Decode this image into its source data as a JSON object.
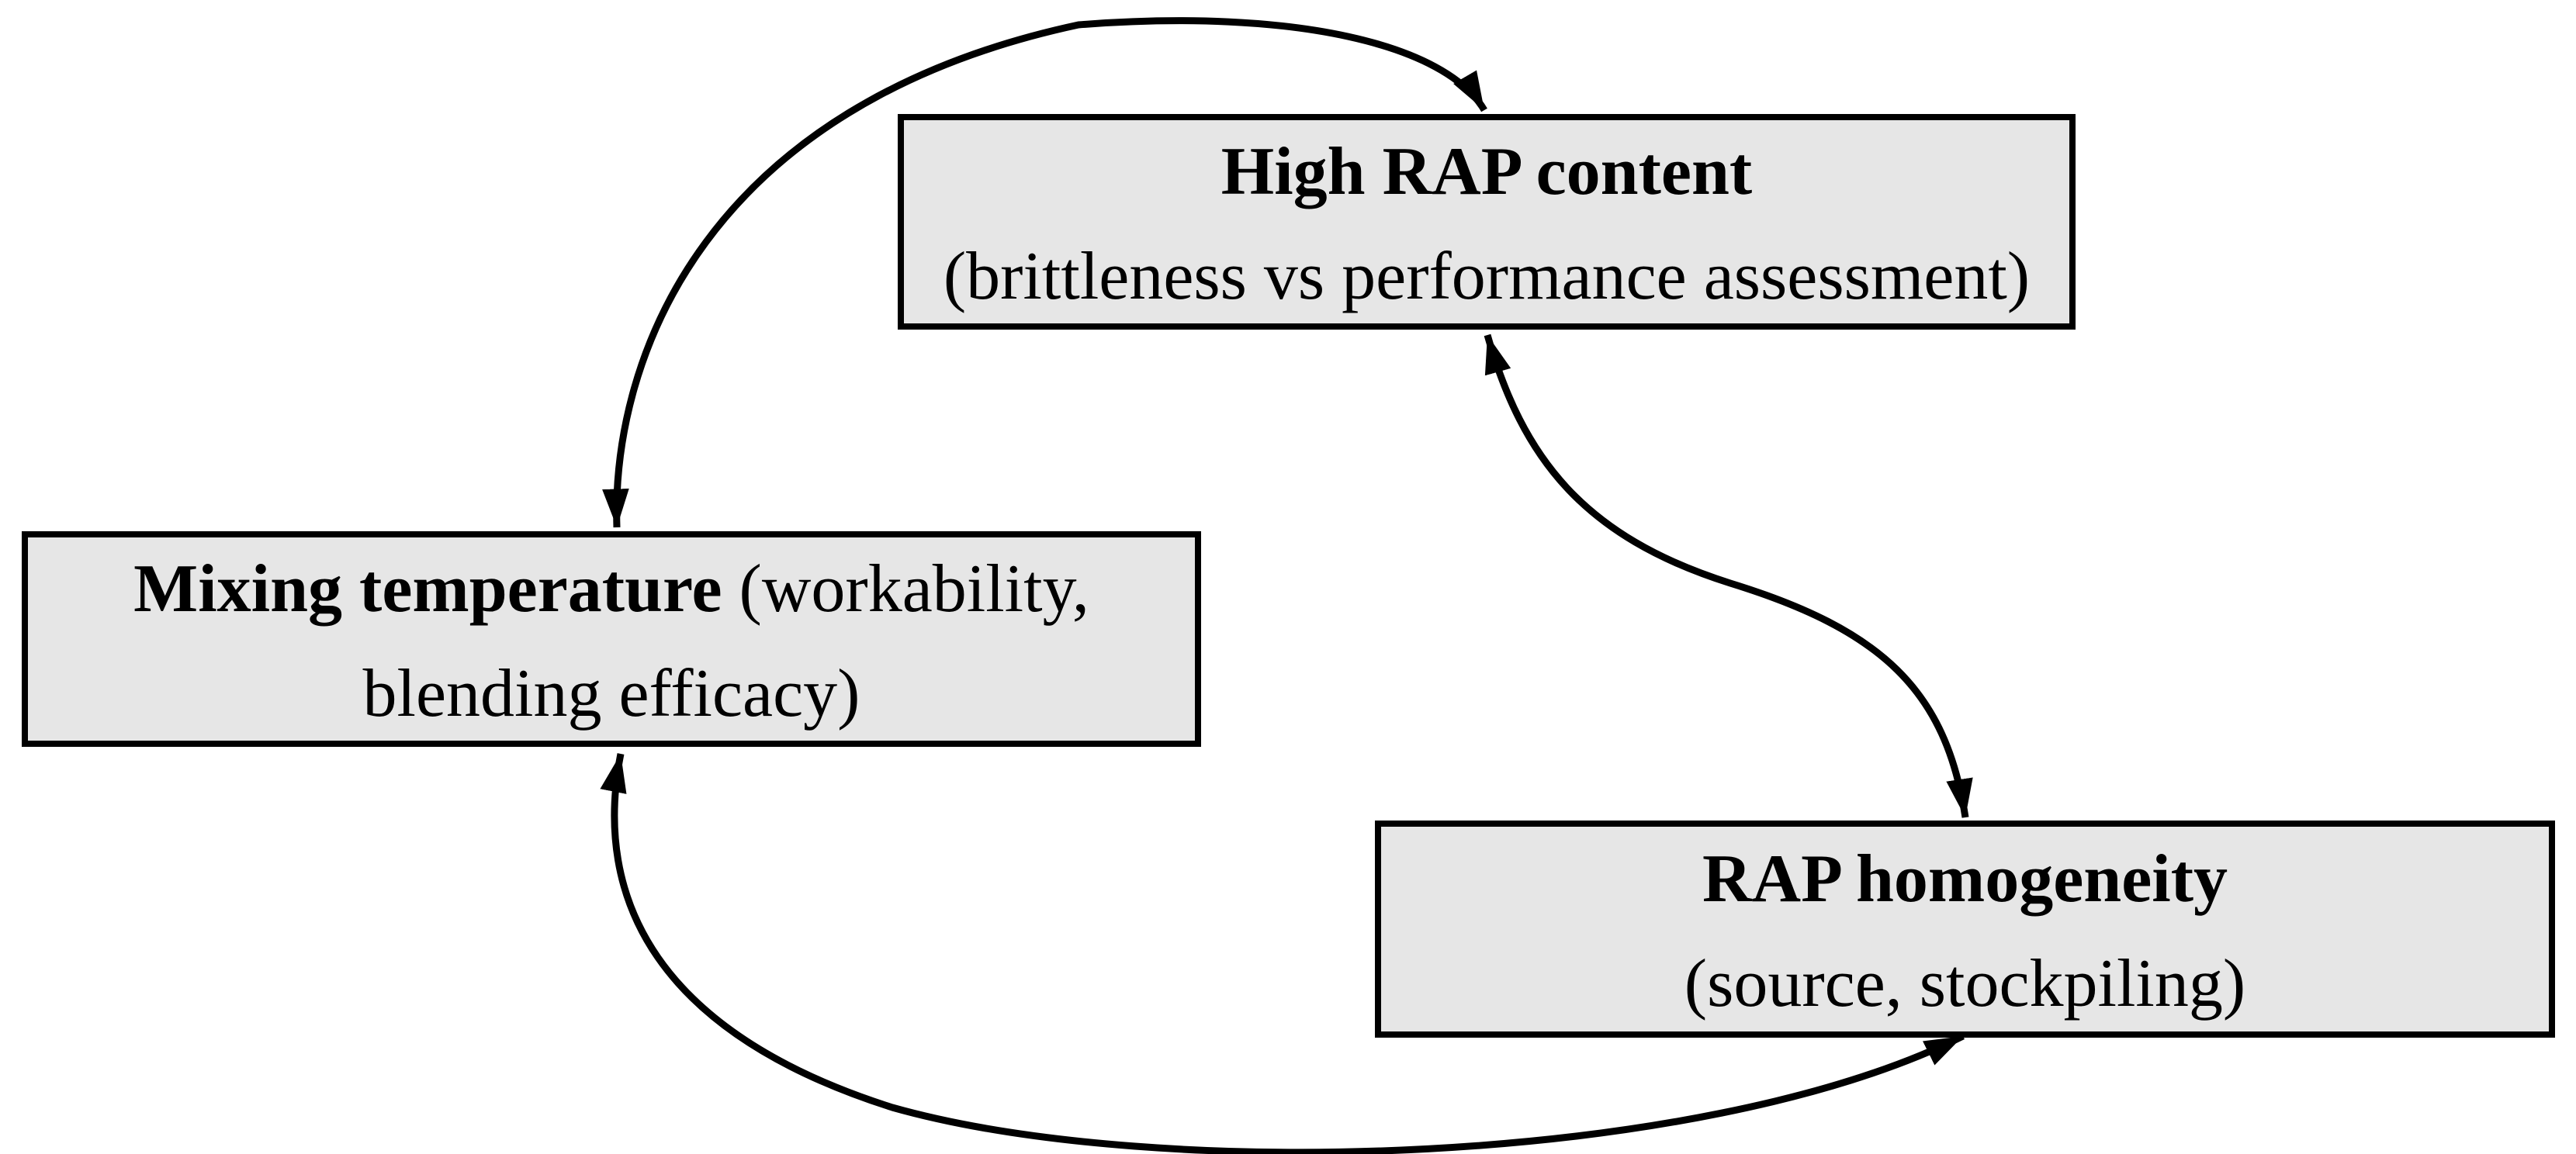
{
  "colors": {
    "box_fill": "#e6e6e6",
    "box_border": "#000000",
    "arrow": "#000000",
    "text": "#000000",
    "background": "#ffffff"
  },
  "nodes": {
    "high_rap_content": {
      "bold": "High RAP content",
      "bold_suffix": "",
      "line2": "(brittleness vs performance assessment)"
    },
    "mixing_temperature": {
      "bold": "Mixing temperature",
      "bold_suffix": " (workability,",
      "line2": "blending efficacy)"
    },
    "rap_homogeneity": {
      "bold": "RAP homogeneity",
      "bold_suffix": "",
      "line2": "(source, stockpiling)"
    }
  },
  "arrows": [
    {
      "id": "mixing-highrap",
      "from": "mixing_temperature",
      "to": "high_rap_content",
      "bidirectional": true
    },
    {
      "id": "highrap-homogeneity",
      "from": "high_rap_content",
      "to": "rap_homogeneity",
      "bidirectional": true
    },
    {
      "id": "mixing-homogeneity",
      "from": "mixing_temperature",
      "to": "rap_homogeneity",
      "bidirectional": true
    }
  ]
}
